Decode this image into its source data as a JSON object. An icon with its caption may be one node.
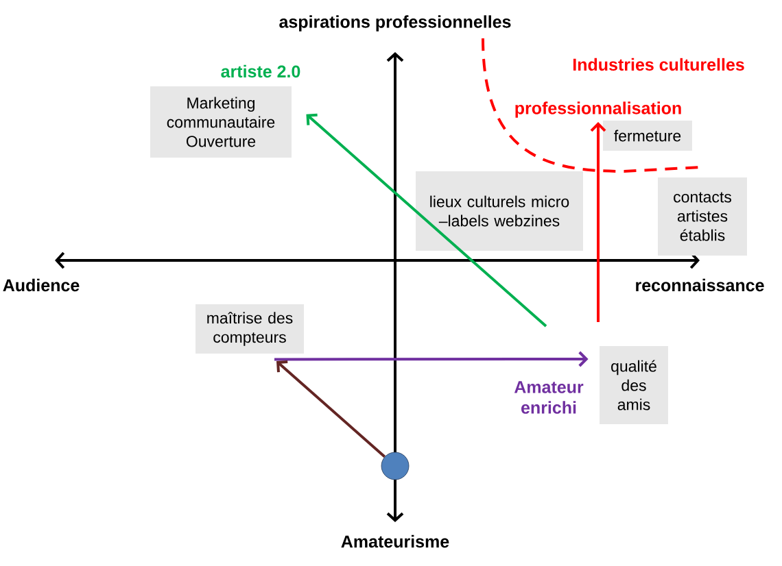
{
  "diagram": {
    "nodes": [
      {
        "text": [
          "Marketing communautaire Ouverture"
        ],
        "beside": [
          "artiste 2.0"
        ]
      },
      {
        "text": [
          "lieux culturels micro –labels webzines"
        ]
      },
      {
        "text": [
          "fermeture"
        ]
      },
      {
        "text": [
          "contacts artistes établis"
        ]
      },
      {
        "text": [
          "maîtrise des compteurs"
        ]
      },
      {
        "text": [
          "qualité des amis"
        ]
      },
      {
        "text": [],
        "shape": "circle"
      },
      {
        "text": [
          "professionnalisation"
        ]
      }
    ],
    "edges": [
      {
        "from": null,
        "to": 0,
        "arrow": "to",
        "color": "#00b050"
      },
      {
        "from": null,
        "to": 7,
        "arrow": "to",
        "color": "#ff0000"
      },
      {
        "from": 4,
        "to": 5,
        "arrow": "to",
        "color": "#7030a0",
        "label": "Amateur enrichi"
      },
      {
        "from": 6,
        "to": 4,
        "arrow": "to",
        "color": "#632523"
      }
    ],
    "labels": [
      "aspirations professionnelles",
      "Industries culturelles",
      "Audience",
      "reconnaissance",
      "Amateurisme"
    ]
  }
}
